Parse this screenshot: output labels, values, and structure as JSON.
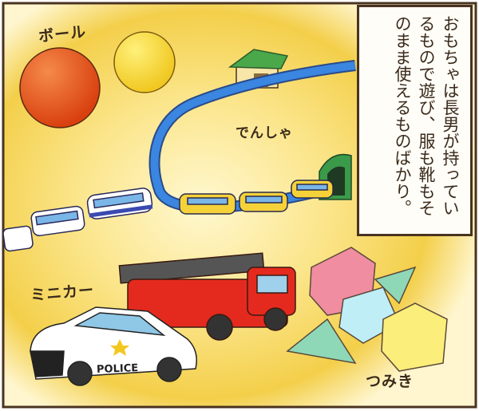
{
  "caption": "おもちゃは長男が持っているもので遊び、服も靴もそのまま使えるものばかり。",
  "labels": {
    "ball": "ボール",
    "train": "でんしゃ",
    "minicar": "ミニカー",
    "blocks": "つみき",
    "police": "POLICE"
  },
  "colors": {
    "border": "#4a3320",
    "glow": "#f7d95a",
    "red_ball": "#e8531c",
    "yellow_ball": "#f6dd36",
    "track": "#3a86e0",
    "fire_truck": "#e42a1e"
  }
}
